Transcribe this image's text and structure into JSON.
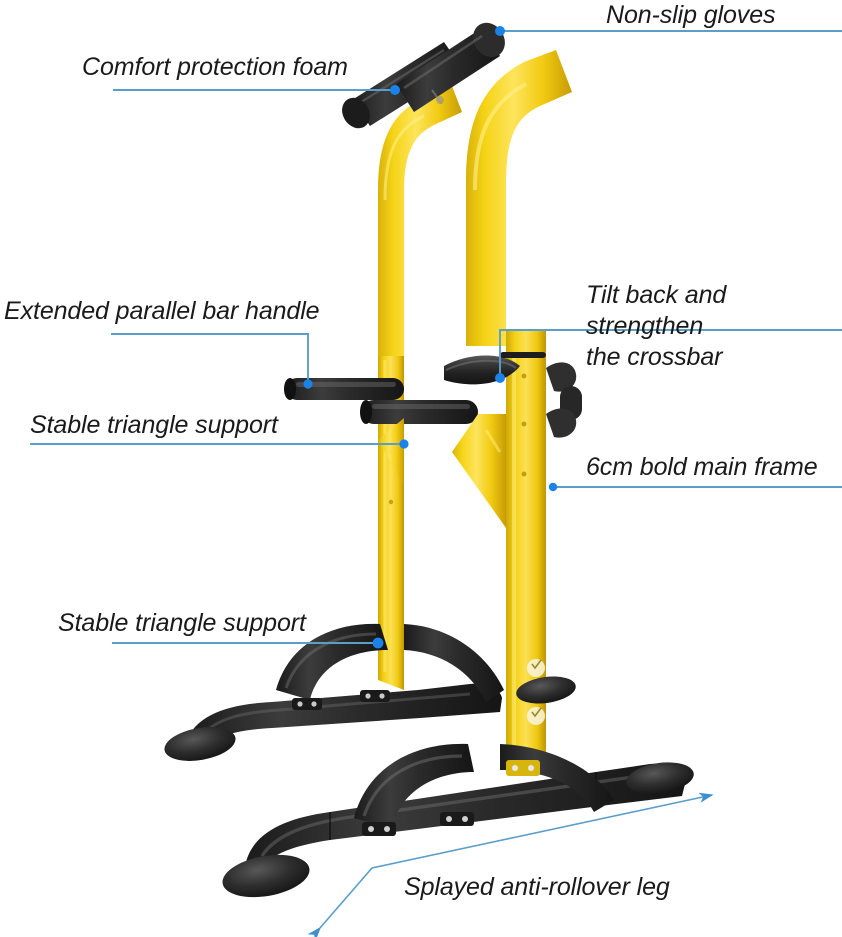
{
  "diagram": {
    "title": "Power tower pull-up dip station feature callouts",
    "background_color": "#ffffff",
    "frame_color": "#f2cf18",
    "frame_shadow_color": "#d4ab07",
    "frame_highlight_color": "#fde45c",
    "grip_color": "#2b2b2b",
    "grip_highlight_color": "#4a4a4a",
    "leader_color": "#5b9ec9",
    "marker_color": "#1b82e8",
    "text_color": "#1a1a1a"
  },
  "callouts": [
    {
      "id": "non-slip-gloves",
      "text": "Non-slip gloves"
    },
    {
      "id": "comfort-protection-foam",
      "text": "Comfort protection foam"
    },
    {
      "id": "extended-parallel-bar",
      "text": "Extended parallel bar handle"
    },
    {
      "id": "tilt-back-crossbar",
      "text": "Tilt back and strengthen\nthe crossbar"
    },
    {
      "id": "stable-triangle-upper",
      "text": "Stable triangle support"
    },
    {
      "id": "bold-main-frame",
      "text": "6cm bold main frame"
    },
    {
      "id": "stable-triangle-lower",
      "text": "Stable triangle support"
    },
    {
      "id": "splayed-leg",
      "text": "Splayed anti-rollover leg"
    }
  ]
}
